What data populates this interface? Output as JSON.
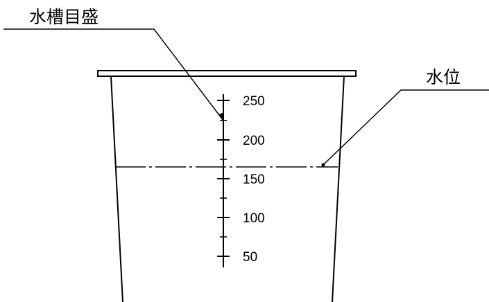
{
  "labels": {
    "scale_label": "水槽目盛",
    "water_level_label": "水位"
  },
  "scale": {
    "ticks": [
      "250",
      "200",
      "150",
      "100",
      "50"
    ],
    "water_level_value": 162
  },
  "colors": {
    "line": "#000000",
    "background": "#ffffff"
  }
}
